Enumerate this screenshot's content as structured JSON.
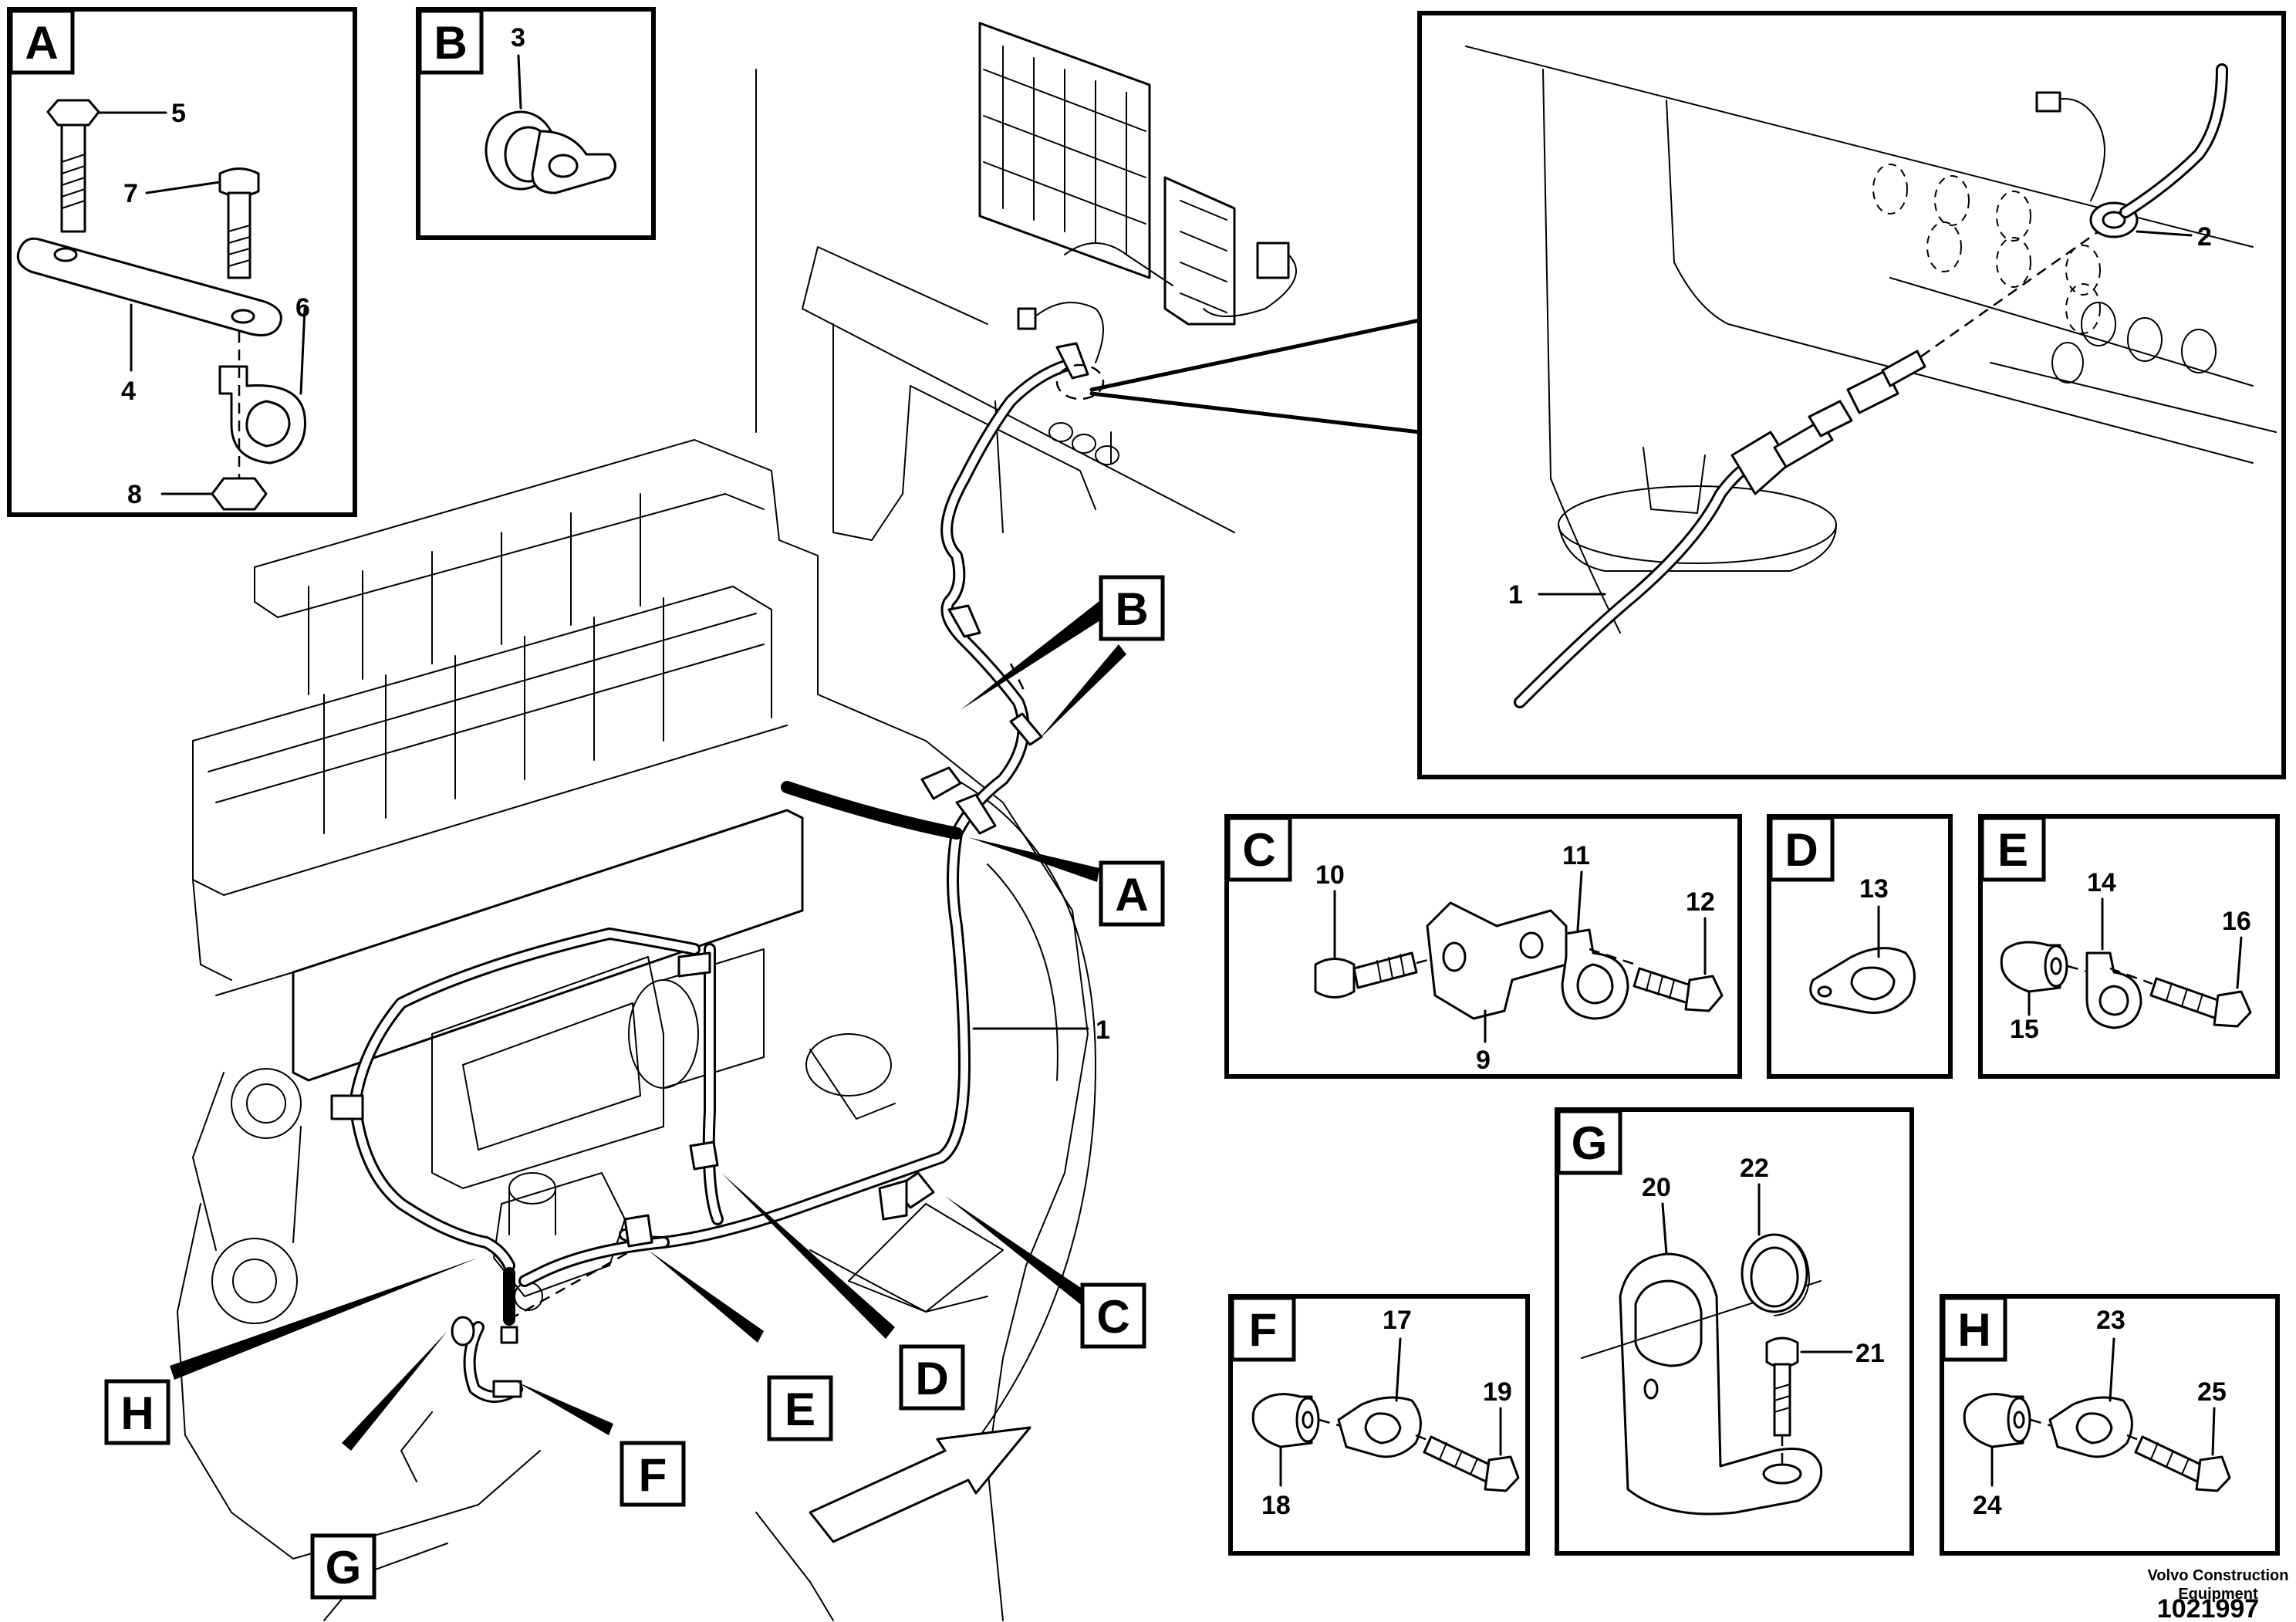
{
  "detail_labels": {
    "A": "A",
    "B": "B",
    "C": "C",
    "D": "D",
    "E": "E",
    "F": "F",
    "G": "G",
    "H": "H"
  },
  "part_numbers": {
    "n1": "1",
    "n2": "2",
    "n3": "3",
    "n4": "4",
    "n5": "5",
    "n6": "6",
    "n7": "7",
    "n8": "8",
    "n9": "9",
    "n10": "10",
    "n11": "11",
    "n12": "12",
    "n13": "13",
    "n14": "14",
    "n15": "15",
    "n16": "16",
    "n17": "17",
    "n18": "18",
    "n19": "19",
    "n20": "20",
    "n21": "21",
    "n22": "22",
    "n23": "23",
    "n24": "24",
    "n25": "25"
  },
  "footer": {
    "brand_line1": "Volvo Construction",
    "brand_line2": "Equipment",
    "document_number": "1021997"
  }
}
